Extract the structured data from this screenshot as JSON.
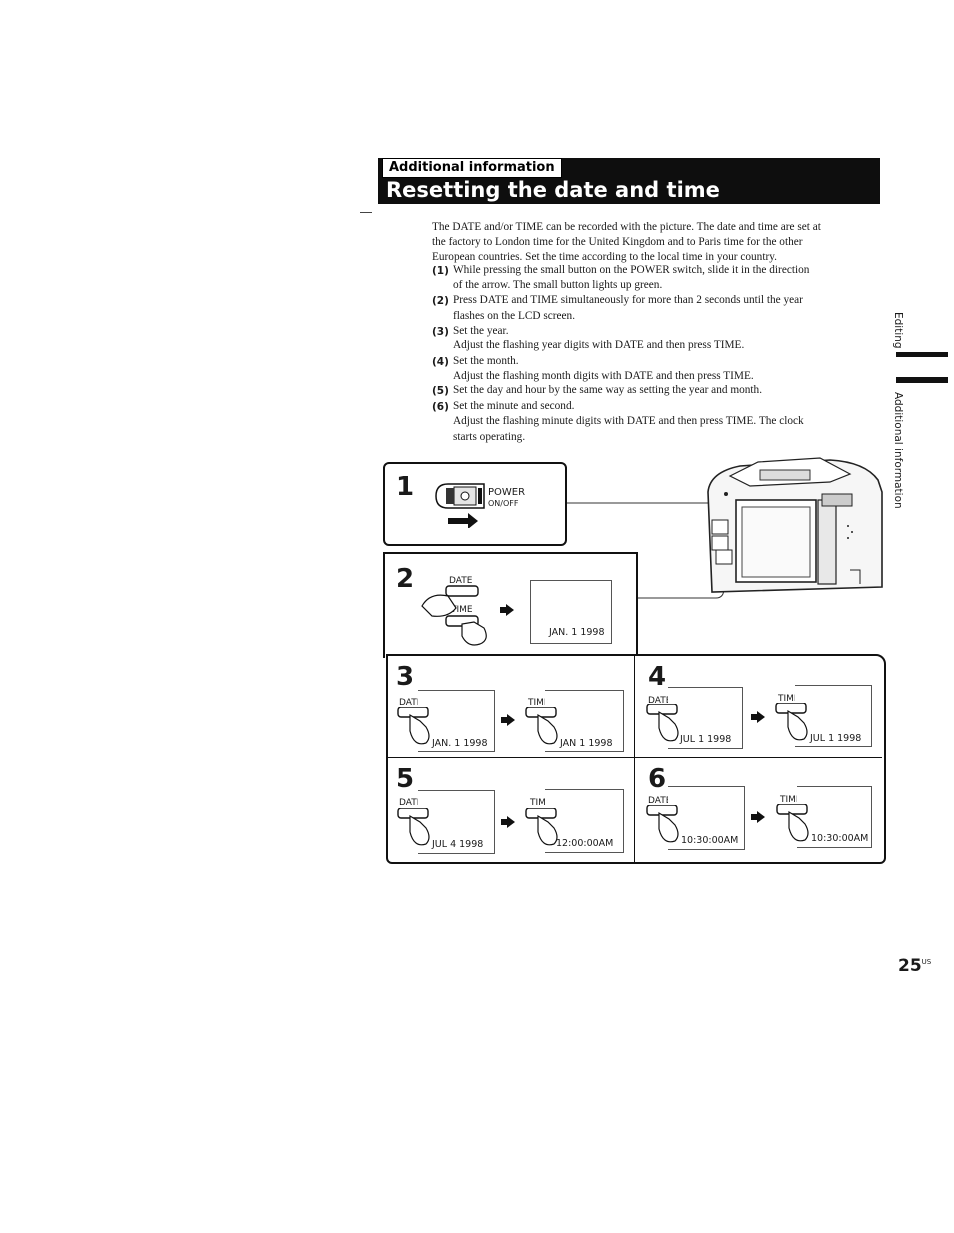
{
  "header": {
    "section": "Additional information",
    "title": "Resetting the date and time"
  },
  "intro": [
    "The DATE and/or TIME can be recorded with the picture. The date and time are set at",
    "the factory to London time for the United Kingdom and to Paris time for the other",
    "European countries.  Set the time according to the local time in your country."
  ],
  "steps": [
    {
      "num": "(1)",
      "lines": [
        "While pressing the small button on the POWER switch, slide it  in the direction",
        "of the arrow. The small button lights up green."
      ]
    },
    {
      "num": "(2)",
      "lines": [
        "Press DATE and TIME simultaneously for more than 2 seconds until the year",
        "flashes on the LCD screen."
      ]
    },
    {
      "num": "(3)",
      "lines": [
        "Set the year.",
        "Adjust the flashing year digits with DATE and then press TIME."
      ]
    },
    {
      "num": "(4)",
      "lines": [
        "Set the month.",
        "Adjust the flashing month digits with DATE and then press TIME."
      ]
    },
    {
      "num": "(5)",
      "lines": [
        "Set the day and hour by the same way as setting the year and month."
      ]
    },
    {
      "num": "(6)",
      "lines": [
        "Set the minute and second.",
        "Adjust the flashing minute digits with DATE and then press TIME.  The clock",
        "starts operating."
      ]
    }
  ],
  "side_tabs": {
    "editing": "Editing",
    "additional": "Additional information"
  },
  "figure": {
    "p1": {
      "num": "1",
      "power": "POWER",
      "onoff": "ON/OFF"
    },
    "p2": {
      "num": "2",
      "date": "DATE",
      "time": "TIME",
      "lcd": "JAN. 1 1998"
    },
    "p3": {
      "num": "3",
      "date": "DATE",
      "time": "TIME",
      "lcd_a": "JAN. 1 1998",
      "lcd_b": "JAN 1 1998"
    },
    "p4": {
      "num": "4",
      "date": "DATE",
      "time": "TIME",
      "lcd_a": "JUL 1 1998",
      "lcd_b": "JUL 1 1998"
    },
    "p5": {
      "num": "5",
      "date": "DATE",
      "time": "TIME",
      "lcd_a": "JUL 4 1998",
      "lcd_b": "12:00:00AM"
    },
    "p6": {
      "num": "6",
      "date": "DATE",
      "time": "TIME",
      "lcd_a": "10:30:00AM",
      "lcd_b": "10:30:00AM"
    }
  },
  "page": {
    "number": "25",
    "suffix": "US"
  }
}
